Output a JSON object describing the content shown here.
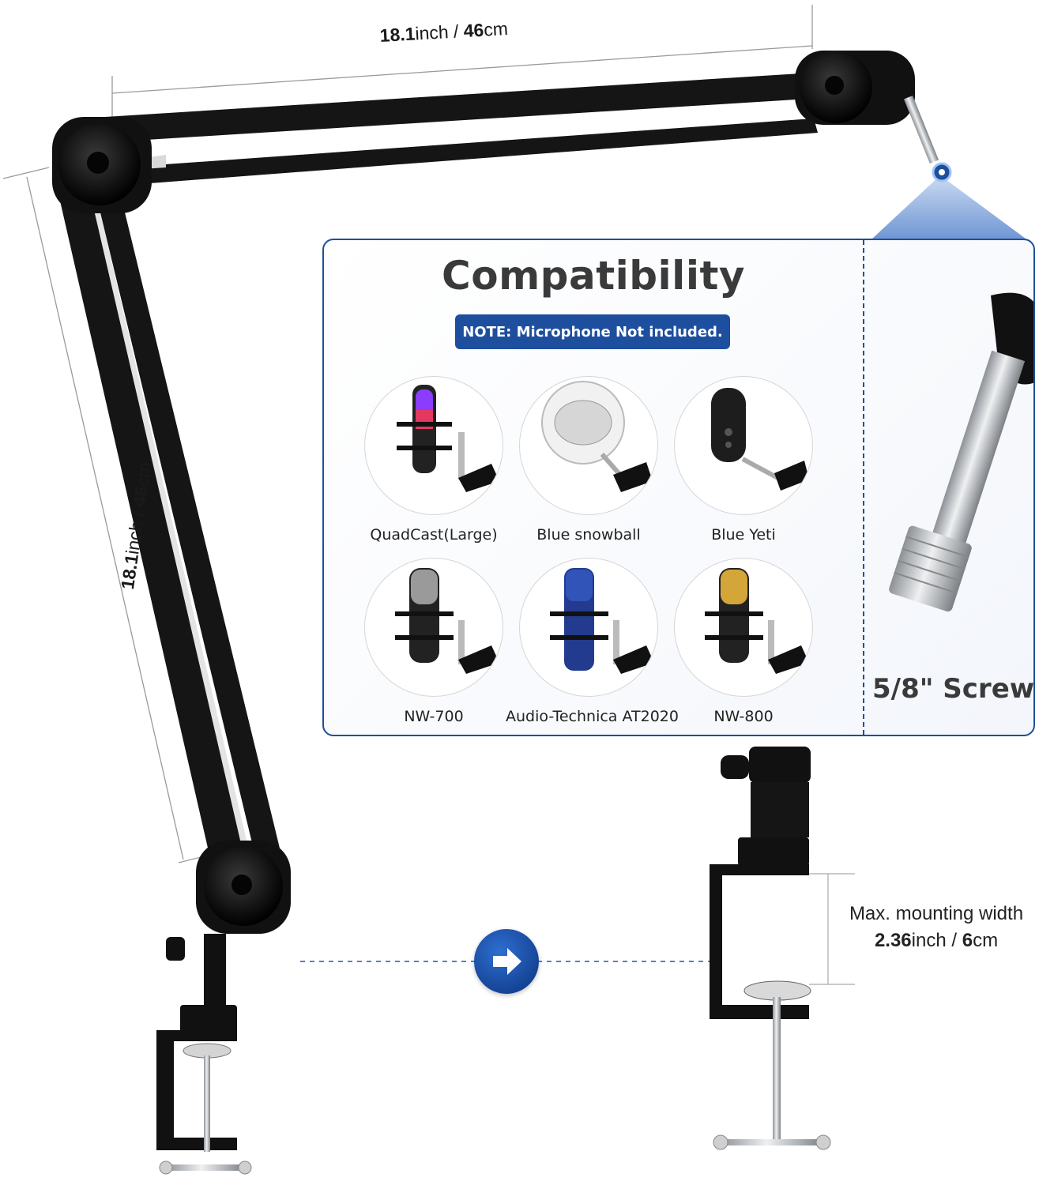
{
  "dimensions": {
    "top_arm": {
      "value": "18.1",
      "unit1": "inch",
      "sep": " / ",
      "value2": "46",
      "unit2": "cm"
    },
    "lower_arm": {
      "value": "18.1",
      "unit1": "inch",
      "sep": " / ",
      "value2": "46",
      "unit2": "cm"
    }
  },
  "compatibility": {
    "title": "Compatibility",
    "note": "NOTE: Microphone Not included.",
    "microphones": [
      {
        "label": "QuadCast(Large)"
      },
      {
        "label": "Blue snowball"
      },
      {
        "label": "Blue Yeti"
      },
      {
        "label": "NW-700"
      },
      {
        "label": "Audio-Technica AT2020"
      },
      {
        "label": "NW-800"
      }
    ],
    "screw_label": "5/8\" Screw"
  },
  "mounting": {
    "line1": "Max. mounting width",
    "value": "2.36",
    "unit1": "inch",
    "sep": " / ",
    "value2": "6",
    "unit2": "cm"
  },
  "colors": {
    "accent_blue": "#1d4f9e",
    "arm_black": "#151515",
    "metal_silver": "#c9ccd0"
  },
  "icons": {
    "arrow": "arrow-right-icon"
  }
}
